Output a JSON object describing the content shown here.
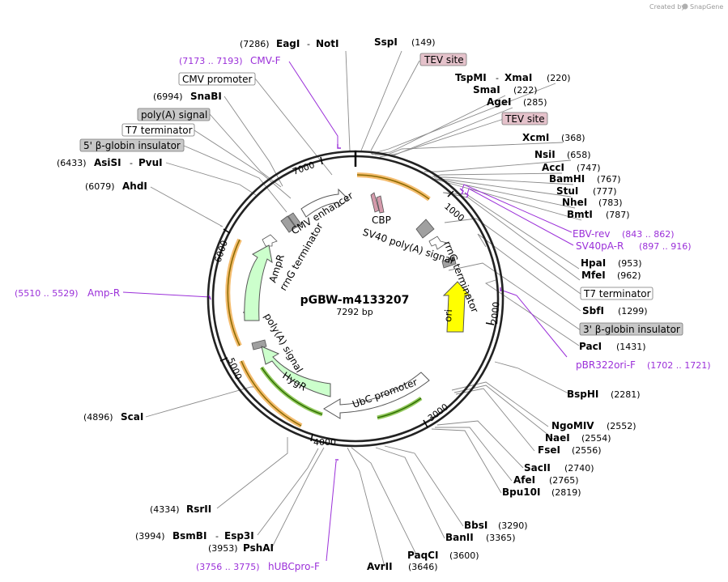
{
  "plasmid": {
    "name": "pGBW-m4133207",
    "length": "7292 bp"
  },
  "credit": {
    "created_by": "Created by",
    "app": "SnapGene"
  },
  "ticks": [
    "1000",
    "2000",
    "3000",
    "4000",
    "5000",
    "6000",
    "7000"
  ],
  "enzymes": [
    {
      "name": "EagI",
      "name2": "NotI",
      "pos": "(7286)"
    },
    {
      "name": "SspI",
      "pos": "(149)"
    },
    {
      "name": "TspMI",
      "name2": "XmaI",
      "pos": "(220)"
    },
    {
      "name": "SmaI",
      "pos": "(222)"
    },
    {
      "name": "AgeI",
      "pos": "(285)"
    },
    {
      "name": "XcmI",
      "pos": "(368)"
    },
    {
      "name": "NsiI",
      "pos": "(658)"
    },
    {
      "name": "AccI",
      "pos": "(747)"
    },
    {
      "name": "BamHI",
      "pos": "(767)"
    },
    {
      "name": "StuI",
      "pos": "(777)"
    },
    {
      "name": "NheI",
      "pos": "(783)"
    },
    {
      "name": "BmtI",
      "pos": "(787)"
    },
    {
      "name": "HpaI",
      "pos": "(953)"
    },
    {
      "name": "MfeI",
      "pos": "(962)"
    },
    {
      "name": "SbfI",
      "pos": "(1299)"
    },
    {
      "name": "PacI",
      "pos": "(1431)"
    },
    {
      "name": "BspHI",
      "pos": "(2281)"
    },
    {
      "name": "NgoMIV",
      "pos": "(2552)"
    },
    {
      "name": "NaeI",
      "pos": "(2554)"
    },
    {
      "name": "FseI",
      "pos": "(2556)"
    },
    {
      "name": "SacII",
      "pos": "(2740)"
    },
    {
      "name": "AfeI",
      "pos": "(2765)"
    },
    {
      "name": "Bpu10I",
      "pos": "(2819)"
    },
    {
      "name": "BbsI",
      "pos": "(3290)"
    },
    {
      "name": "BanII",
      "pos": "(3365)"
    },
    {
      "name": "PaqCI",
      "pos": "(3600)"
    },
    {
      "name": "AvrII",
      "pos": "(3646)"
    },
    {
      "name": "PshAI",
      "pos": "(3953)"
    },
    {
      "name": "BsmBI",
      "name2": "Esp3I",
      "pos": "(3994)"
    },
    {
      "name": "RsrII",
      "pos": "(4334)"
    },
    {
      "name": "ScaI",
      "pos": "(4896)"
    },
    {
      "name": "AhdI",
      "pos": "(6079)"
    },
    {
      "name": "AsiSI",
      "name2": "PvuI",
      "pos": "(6433)"
    },
    {
      "name": "SnaBI",
      "pos": "(6994)"
    }
  ],
  "primers": [
    {
      "name": "CMV-F",
      "range": "(7173 .. 7193)"
    },
    {
      "name": "EBV-rev",
      "range": "(843 .. 862)"
    },
    {
      "name": "SV40pA-R",
      "range": "(897 .. 916)"
    },
    {
      "name": "pBR322ori-F",
      "range": "(1702 .. 1721)"
    },
    {
      "name": "hUBCpro-F",
      "range": "(3756 .. 3775)"
    },
    {
      "name": "Amp-R",
      "range": "(5510 .. 5529)"
    }
  ],
  "feature_boxes": [
    {
      "label": "TEV site",
      "style": "pink"
    },
    {
      "label": "TEV site",
      "style": "pink"
    },
    {
      "label": "CMV promoter",
      "style": "white"
    },
    {
      "label": "poly(A) signal",
      "style": "gray"
    },
    {
      "label": "T7 terminator",
      "style": "white"
    },
    {
      "label": "5' β-globin insulator",
      "style": "gray"
    },
    {
      "label": "T7 terminator",
      "style": "white"
    },
    {
      "label": "3' β-globin insulator",
      "style": "gray"
    }
  ],
  "inner_features": [
    "CMV enhancer",
    "CBP",
    "SV40 poly(A) signal",
    "rrnG terminator",
    "ori",
    "UbC promoter",
    "HygR",
    "poly(A) signal",
    "AmpR",
    "rrnG terminator"
  ],
  "colors": {
    "primer": "#9b30d9",
    "orange_arc": "#f0a030",
    "ori": "#ffff00",
    "resistance": "#ccffcc",
    "tev_box": "#e5c2cb",
    "gray_box": "#c8c8c8"
  }
}
